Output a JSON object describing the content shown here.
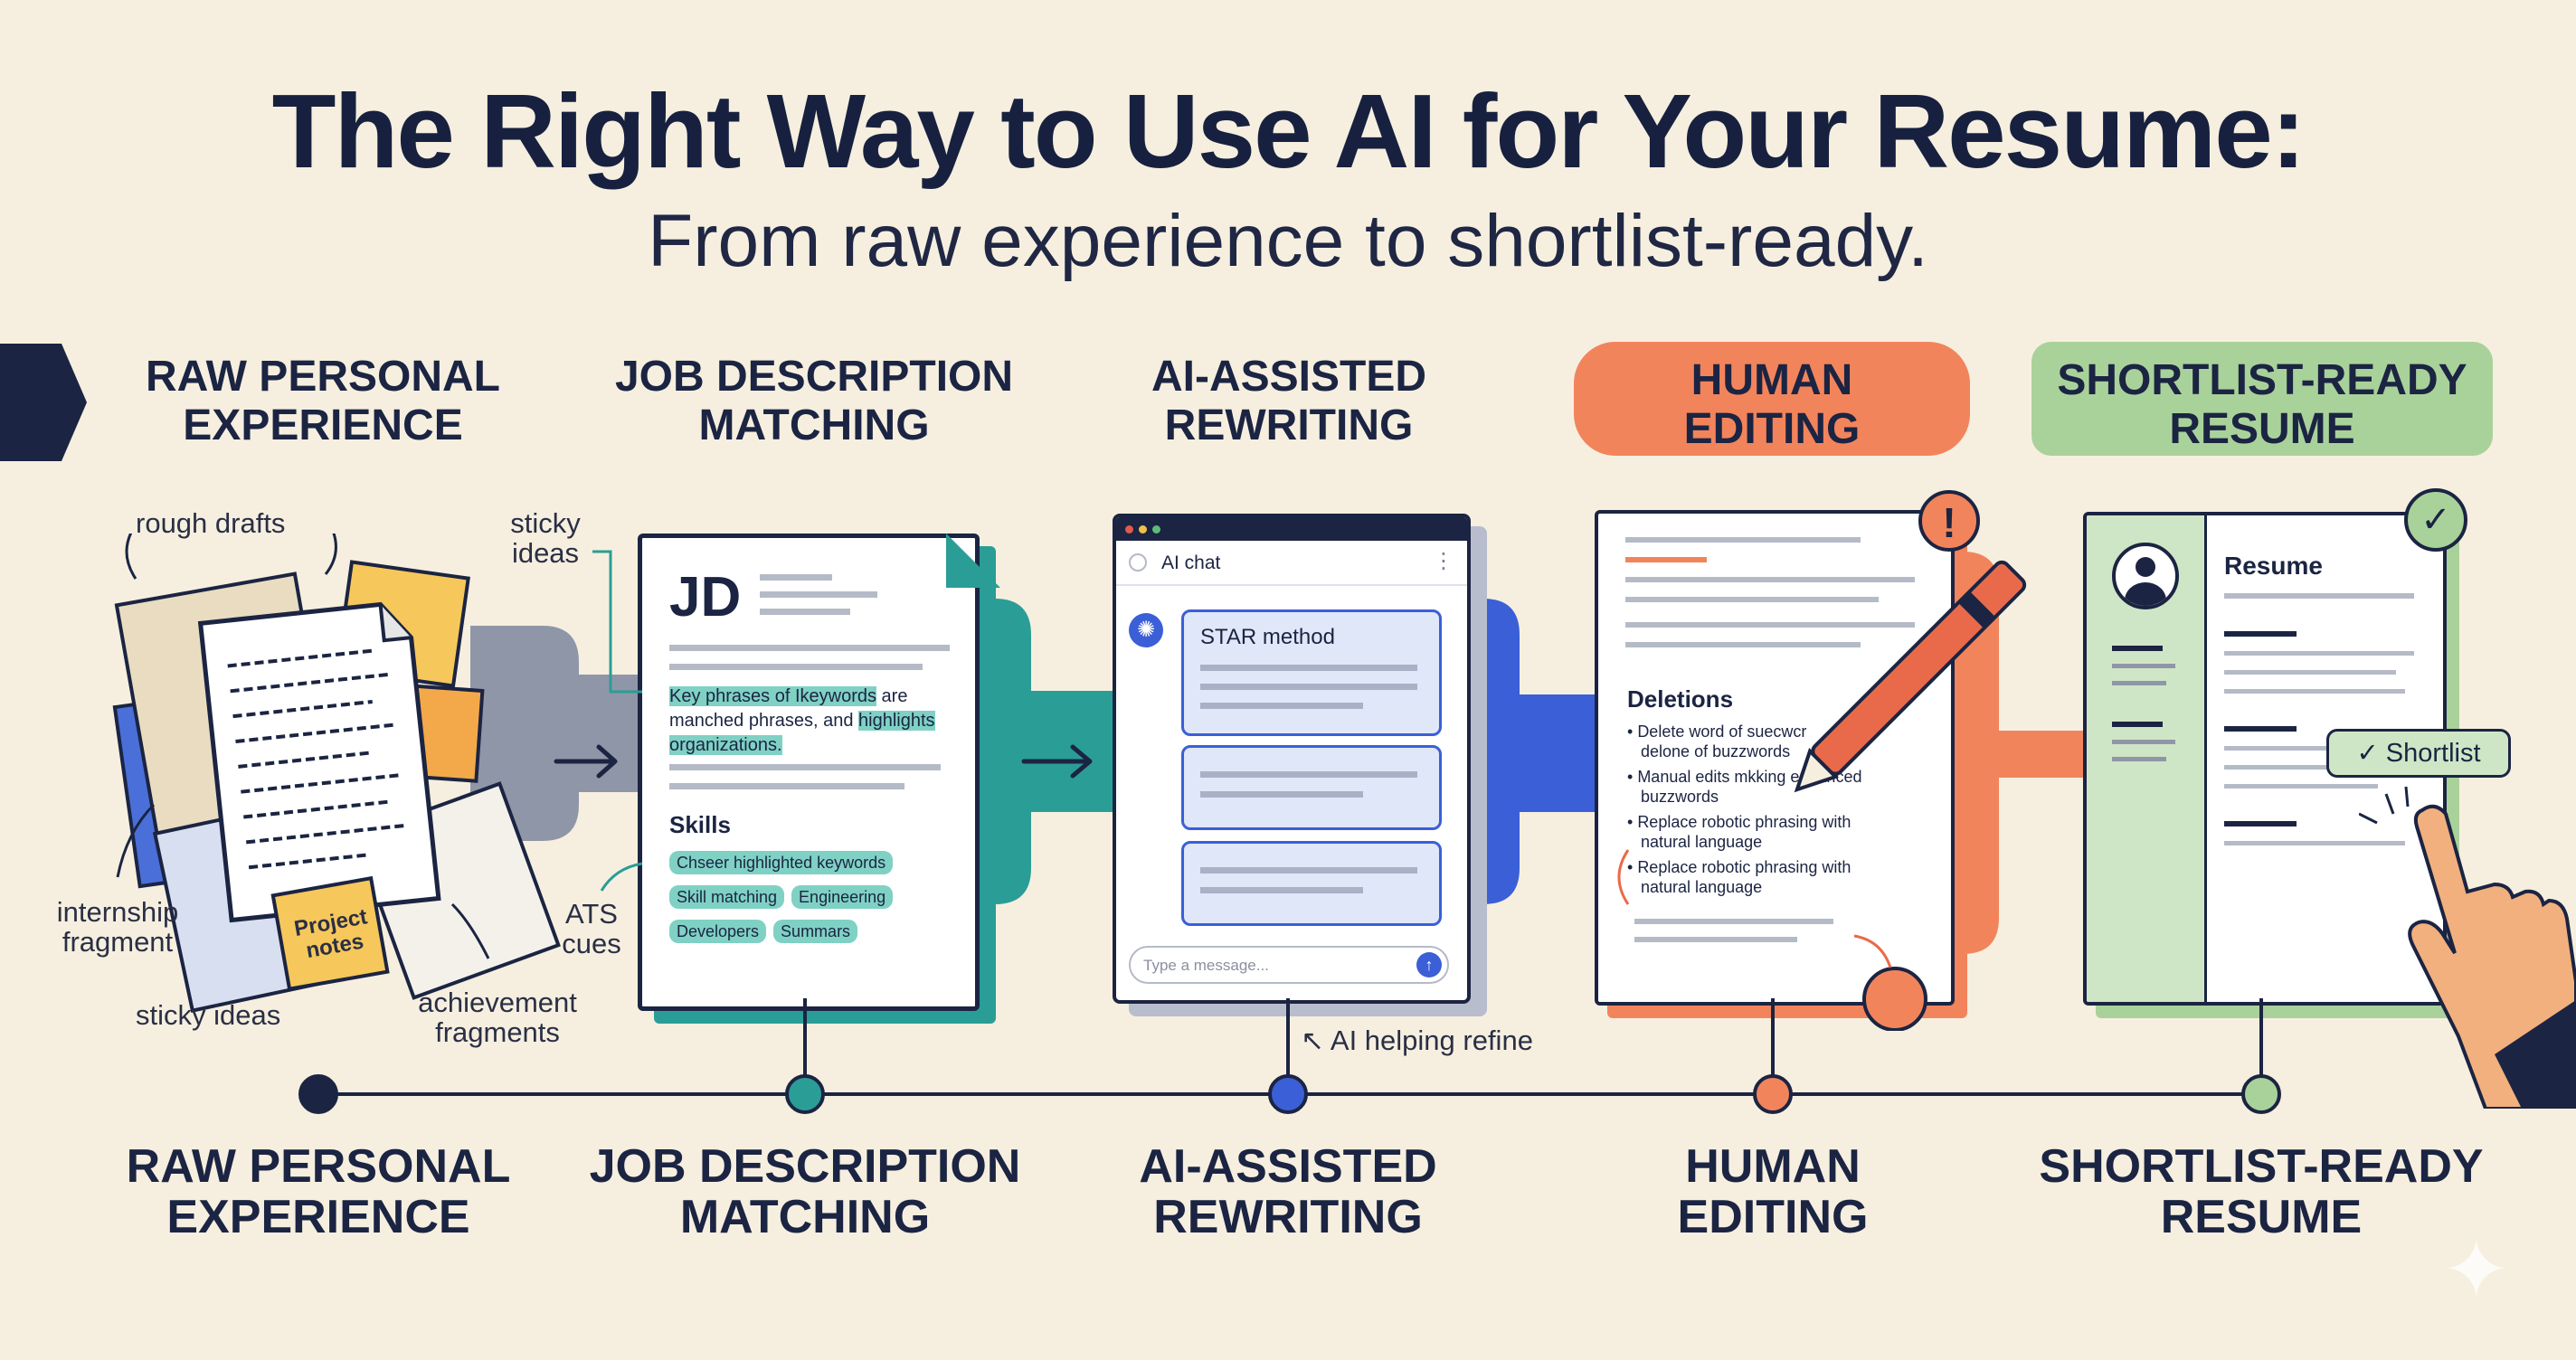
{
  "header": {
    "title": "The Right Way to Use AI for Your Resume:",
    "subtitle": "From raw experience to shortlist-ready."
  },
  "stages": [
    {
      "label": "RAW PERSONAL EXPERIENCE",
      "line1": "RAW PERSONAL",
      "line2": "EXPERIENCE",
      "color": "#1b2442"
    },
    {
      "label": "JOB DESCRIPTION MATCHING",
      "line1": "JOB DESCRIPTION",
      "line2": "MATCHING",
      "color": "#2a9d96"
    },
    {
      "label": "AI-ASSISTED REWRITING",
      "line1": "AI-ASSISTED",
      "line2": "REWRITING",
      "color": "#3b5fd6"
    },
    {
      "label": "HUMAN EDITING",
      "line1": "HUMAN",
      "line2": "EDITING",
      "color": "#f2845c"
    },
    {
      "label": "SHORTLIST-READY RESUME",
      "line1": "SHORTLIST-READY",
      "line2": "RESUME",
      "color": "#a9d29a"
    }
  ],
  "annotations": {
    "rough_drafts": "rough drafts",
    "sticky_ideas_top": "sticky ideas",
    "internship_fragment": "internship fragment",
    "sticky_ideas_bottom": "sticky ideas",
    "achievement_fragments": "achievement fragments",
    "project_notes": "Project notes",
    "ats_cues": "ATS cues",
    "ai_helping": "AI helping refine"
  },
  "jd_card": {
    "heading": "JD",
    "keyword_line1a": "Key phrases of Ikeywords",
    "keyword_line1b": " are",
    "keyword_line2a": "manched phrases, and ",
    "keyword_line2b": "highlights",
    "keyword_line3": "organizations.",
    "skills_title": "Skills",
    "tags": [
      "Chseer highlighted keywords",
      "Skill matching",
      "Engineering",
      "Developers",
      "Summars"
    ]
  },
  "chat_card": {
    "title": "AI chat",
    "bubble": "STAR method",
    "placeholder": "Type a message..."
  },
  "edit_card": {
    "section": "Deletions",
    "bullets": [
      [
        "Delete word of suecwcr",
        "delone of buzzwords"
      ],
      [
        "Manual edits mkking enhanced",
        "buzzwords"
      ],
      [
        "Replace robotic phrasing with",
        "natural language"
      ],
      [
        "Replace robotic phrasing with",
        "natural language"
      ]
    ]
  },
  "resume_card": {
    "title": "Resume",
    "badge": "Shortlist"
  },
  "colors": {
    "background": "#f6efdf",
    "navy": "#1b2442",
    "teal": "#2a9d96",
    "blue": "#3b5fd6",
    "orange": "#f2845c",
    "green": "#a9d29a"
  }
}
